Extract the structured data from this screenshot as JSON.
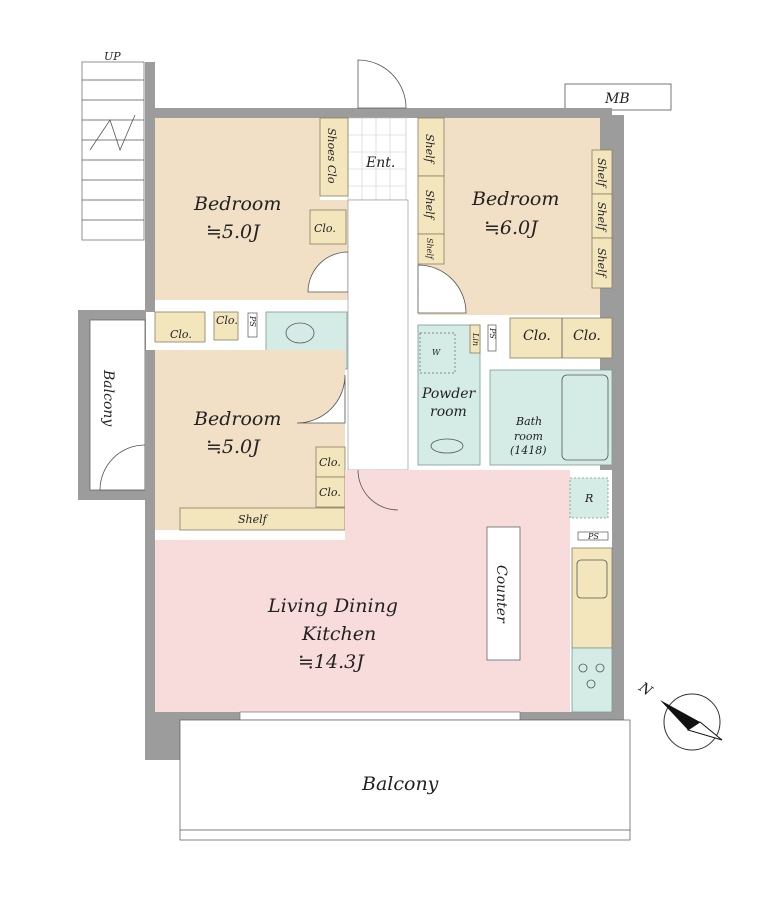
{
  "stairs": {
    "label": "UP"
  },
  "meter_box": {
    "label": "MB"
  },
  "entrance": {
    "label": "Ent."
  },
  "rooms": {
    "bedroom_1": {
      "name": "Bedroom",
      "size": "≒5.0J"
    },
    "bedroom_2": {
      "name": "Bedroom",
      "size": "≒6.0J"
    },
    "bedroom_3": {
      "name": "Bedroom",
      "size": "≒5.0J"
    },
    "ldk": {
      "line1": "Living Dining",
      "line2": "Kitchen",
      "size": "≒14.3J"
    },
    "powder_room": {
      "line1": "Powder",
      "line2": "room"
    },
    "bath_room": {
      "line1": "Bath",
      "line2": "room",
      "size": "(1418)"
    },
    "balcony_side": "Balcony",
    "balcony_main": "Balcony"
  },
  "storage": {
    "shoes_clo": "Shoes Clo",
    "clo": "Clo.",
    "shelf": "Shelf",
    "ps": "PS",
    "washer": "W",
    "linen": "Lin",
    "refrigerator": "R",
    "counter": "Counter"
  },
  "compass": {
    "label": "N"
  },
  "colors": {
    "bedroom": "#f1dfc6",
    "closet": "#f3e6bd",
    "wet": "#d5ece6",
    "ldk": "#f8dcdc",
    "wall": "#9c9c9c"
  }
}
